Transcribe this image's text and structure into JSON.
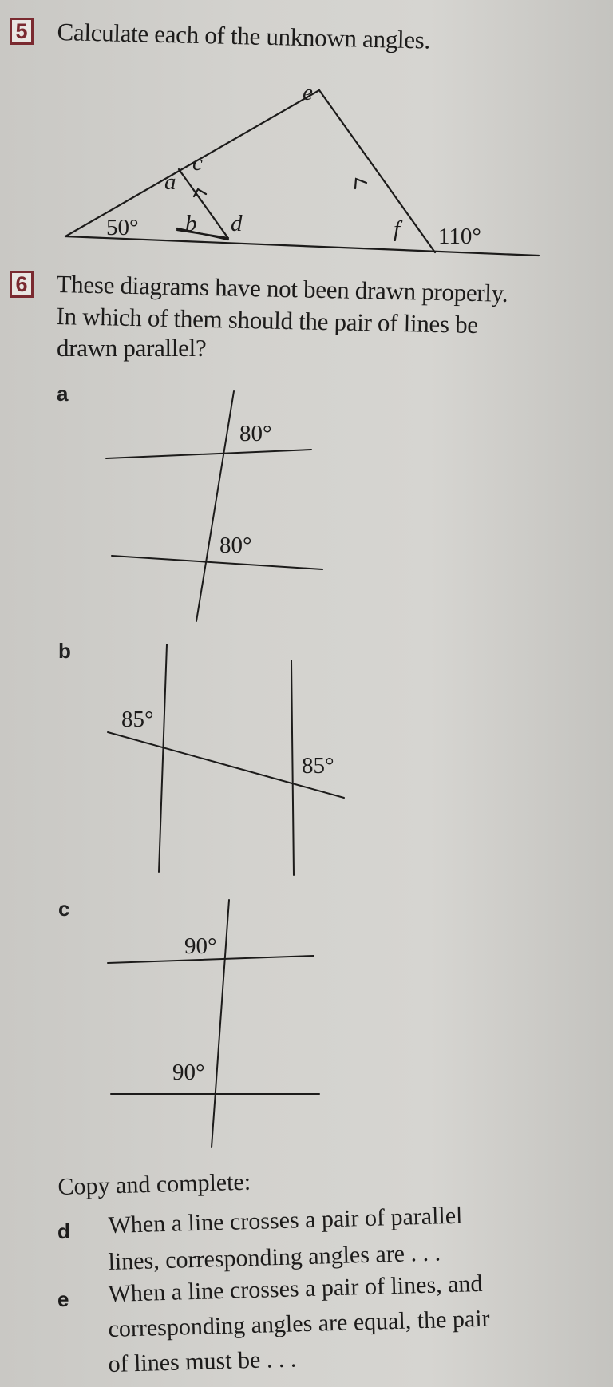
{
  "question5": {
    "number": "5",
    "prompt": "Calculate each of the unknown angles.",
    "diagram": {
      "angle_labels": {
        "a": "a",
        "b": "b",
        "c": "c",
        "d": "d",
        "e": "e",
        "f": "f"
      },
      "given_angles": {
        "bottom_left": "50°",
        "exterior_right": "110°"
      }
    }
  },
  "question6": {
    "number": "6",
    "prompt_lines": [
      "These diagrams have not been drawn properly.",
      "In which of them should the pair of lines be",
      "drawn parallel?"
    ],
    "parts": [
      {
        "label": "a",
        "angles": [
          "80°",
          "80°"
        ]
      },
      {
        "label": "b",
        "angles": [
          "85°",
          "85°"
        ]
      },
      {
        "label": "c",
        "angles": [
          "90°",
          "90°"
        ]
      }
    ],
    "copy_complete": {
      "heading": "Copy and complete:",
      "items": [
        {
          "label": "d",
          "lines": [
            "When a line crosses a pair of parallel",
            "lines, corresponding angles are . . ."
          ]
        },
        {
          "label": "e",
          "lines": [
            "When a line crosses a pair of lines, and",
            "corresponding angles are equal, the pair",
            "of lines must be . . ."
          ]
        }
      ]
    }
  }
}
